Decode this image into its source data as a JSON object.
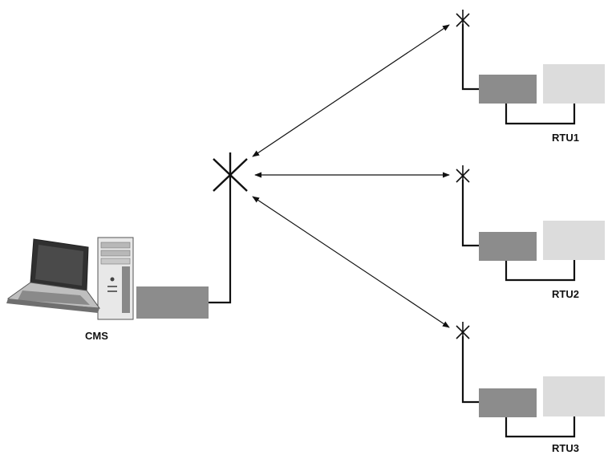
{
  "labels": {
    "cms": "CMS",
    "rtu1": "RTU1",
    "rtu2": "RTU2",
    "rtu3": "RTU3"
  },
  "colors": {
    "radio_box": "#8c8c8c",
    "modem_box": "#dcdcdc",
    "line": "#111111"
  },
  "icons": {
    "computer": "desktop-computer-with-laptop-icon",
    "antenna": "antenna-icon"
  }
}
